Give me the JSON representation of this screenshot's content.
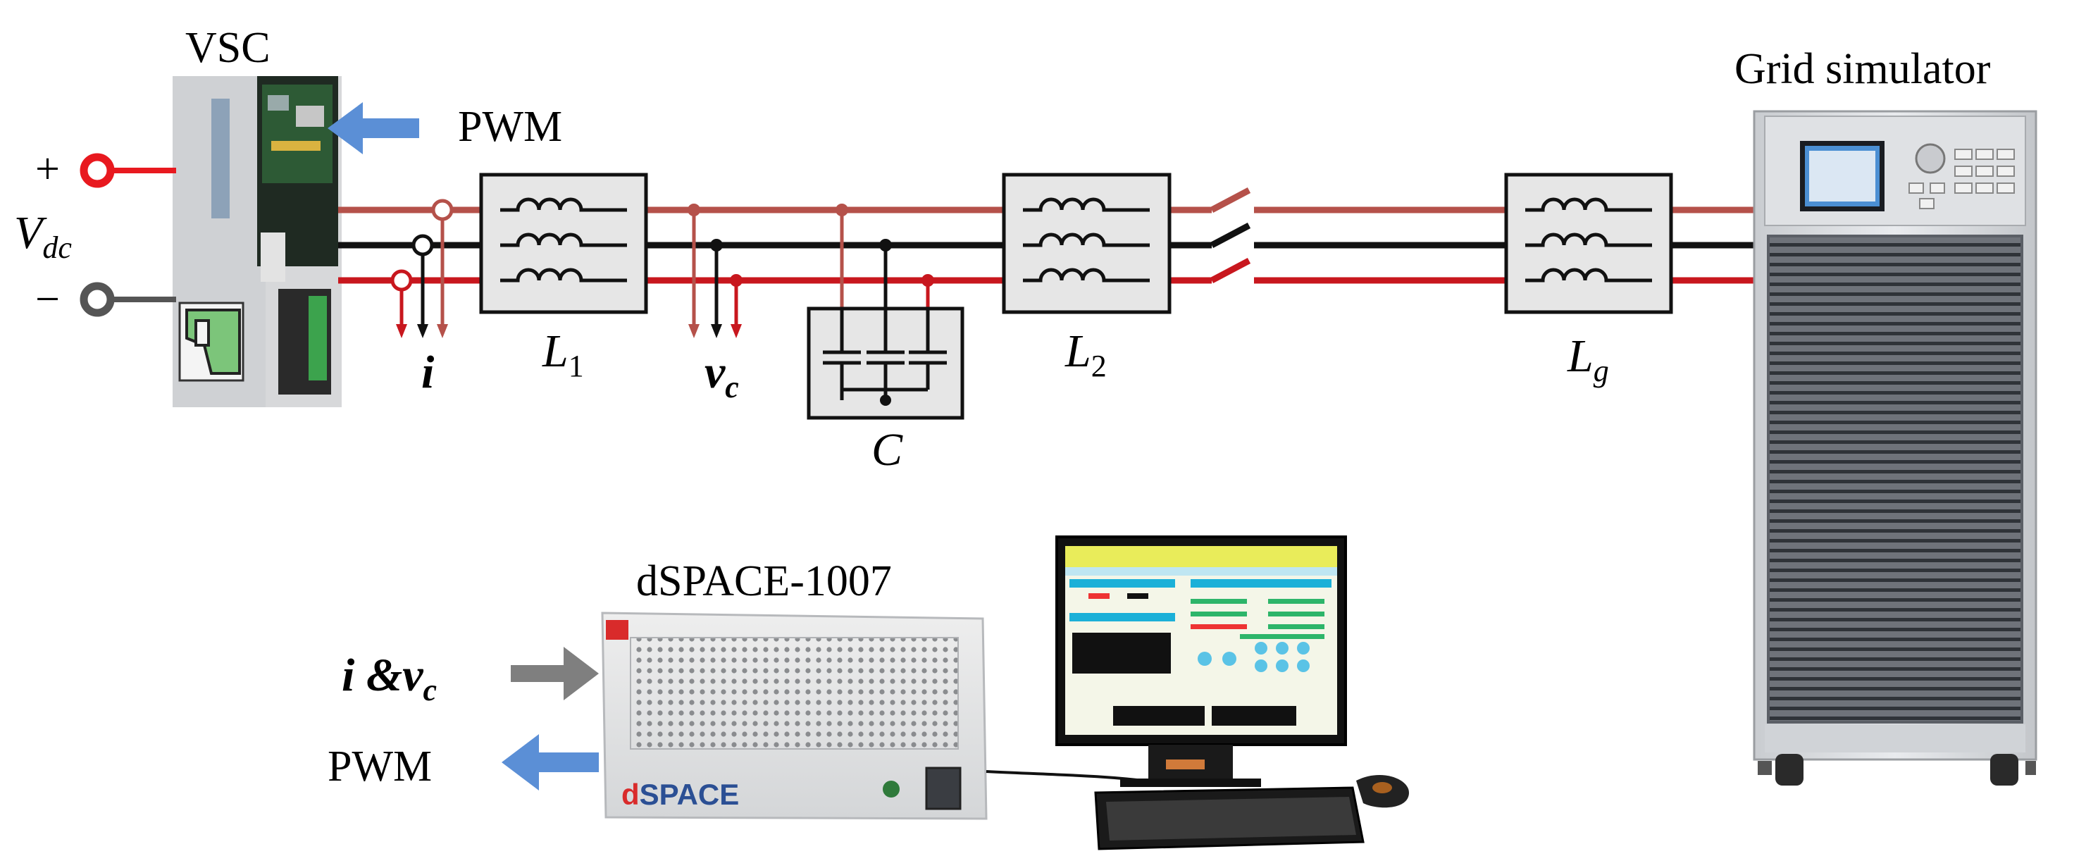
{
  "labels": {
    "vsc": "VSC",
    "pwm_top": "PWM",
    "plus": "+",
    "minus": "−",
    "vdc_main": "V",
    "vdc_sub": "dc",
    "current": "i",
    "l1_main": "L",
    "l1_sub": "1",
    "vc_main": "v",
    "vc_sub": "c",
    "cap": "C",
    "l2_main": "L",
    "l2_sub": "2",
    "lg_main": "L",
    "lg_sub": "g",
    "grid_sim": "Grid simulator",
    "dspace_title": "dSPACE-1007",
    "in_i": "i",
    "in_amp": " &",
    "in_v": "v",
    "in_vsub": "c",
    "pwm_bottom": "PWM",
    "dspace_logo_d": "d",
    "dspace_logo_rest": "SPACE"
  },
  "colors": {
    "phase_a": "#b5514a",
    "phase_b": "#111111",
    "phase_c": "#c8171e",
    "arrow_blue": "#5b8fd6",
    "arrow_gray": "#7f7f7f",
    "box_fill": "#e6e6e6",
    "dc_plus": "#e8191f",
    "dc_minus": "#555555"
  }
}
